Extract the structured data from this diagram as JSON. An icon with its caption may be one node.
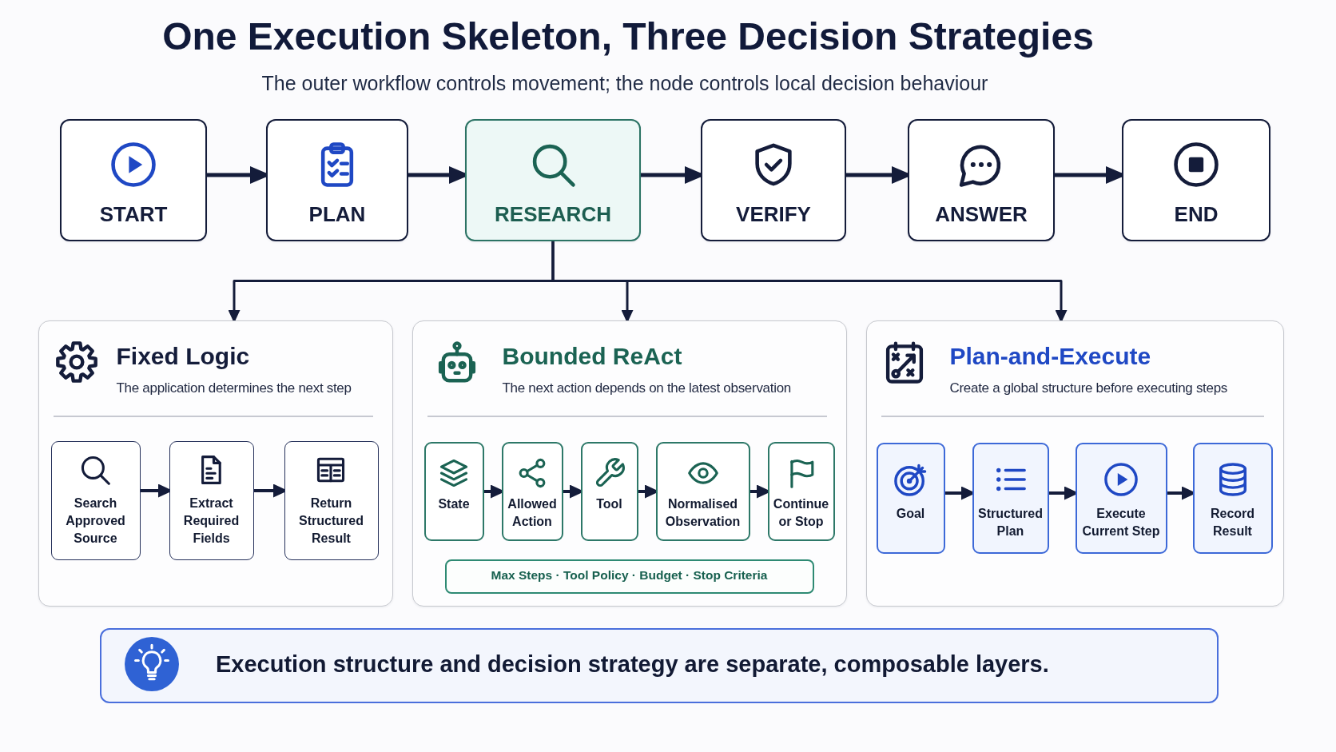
{
  "diagram": {
    "title": "One Execution Skeleton, Three Decision Strategies",
    "nodes": [
      {
        "text": [
          "START"
        ]
      },
      {
        "text": [
          "PLAN"
        ]
      },
      {
        "text": [
          "RESEARCH"
        ]
      },
      {
        "text": [
          "VERIFY"
        ]
      },
      {
        "text": [
          "ANSWER"
        ]
      },
      {
        "text": [
          "END"
        ]
      },
      {
        "text": [
          "Fixed Logic",
          "The application determines the next step"
        ]
      },
      {
        "text": [
          "Search Approved Source"
        ],
        "in": 6
      },
      {
        "text": [
          "Extract Required Fields"
        ],
        "in": 6
      },
      {
        "text": [
          "Return Structured Result"
        ],
        "in": 6
      },
      {
        "text": [
          "Bounded ReAct",
          "The next action depends on the latest observation"
        ]
      },
      {
        "text": [
          "State"
        ],
        "in": 10
      },
      {
        "text": [
          "Allowed Action"
        ],
        "in": 10
      },
      {
        "text": [
          "Tool"
        ],
        "in": 10
      },
      {
        "text": [
          "Normalised Observation"
        ],
        "in": 10
      },
      {
        "text": [
          "Continue or Stop"
        ],
        "in": 10
      },
      {
        "text": [
          "Max Steps · Tool Policy · Budget · Stop Criteria"
        ],
        "in": 10
      },
      {
        "text": [
          "Plan-and-Execute",
          "Create a global structure before executing steps"
        ]
      },
      {
        "text": [
          "Goal"
        ],
        "in": 17
      },
      {
        "text": [
          "Structured Plan"
        ],
        "in": 17
      },
      {
        "text": [
          "Execute Current Step"
        ],
        "in": 17
      },
      {
        "text": [
          "Record Result"
        ],
        "in": 17
      },
      {
        "text": [
          "Execution structure and decision strategy are separate, composable layers."
        ]
      }
    ],
    "edges": [
      {
        "from": 0,
        "to": 1,
        "arrow": "to"
      },
      {
        "from": 1,
        "to": 2,
        "arrow": "to"
      },
      {
        "from": 2,
        "to": 3,
        "arrow": "to"
      },
      {
        "from": 3,
        "to": 4,
        "arrow": "to"
      },
      {
        "from": 4,
        "to": 5,
        "arrow": "to"
      },
      {
        "from": 2,
        "to": 6,
        "arrow": "to"
      },
      {
        "from": 2,
        "to": 10,
        "arrow": "to"
      },
      {
        "from": 2,
        "to": 17,
        "arrow": "to"
      },
      {
        "from": 7,
        "to": 8,
        "arrow": "to"
      },
      {
        "from": 8,
        "to": 9,
        "arrow": "to"
      },
      {
        "from": 11,
        "to": 12,
        "arrow": "to"
      },
      {
        "from": 12,
        "to": 13,
        "arrow": "to"
      },
      {
        "from": 13,
        "to": 14,
        "arrow": "to"
      },
      {
        "from": 14,
        "to": 15,
        "arrow": "to"
      },
      {
        "from": 18,
        "to": 19,
        "arrow": "to"
      },
      {
        "from": 19,
        "to": 20,
        "arrow": "to"
      },
      {
        "from": 20,
        "to": 21,
        "arrow": "to"
      }
    ],
    "labels": [
      "The outer workflow controls movement; the node controls local decision behaviour"
    ]
  }
}
